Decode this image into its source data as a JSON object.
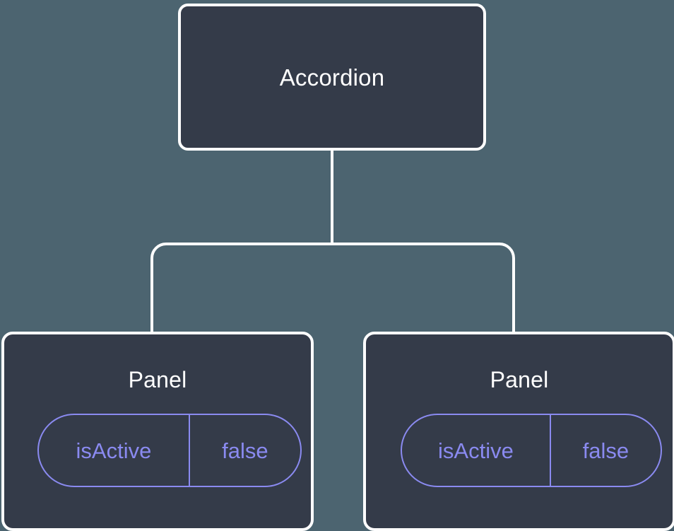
{
  "diagram": {
    "type": "component-tree",
    "background_color": "#4c6470",
    "node_fill_color": "#343b49",
    "node_border_color": "#ffffff",
    "edge_color": "#ffffff",
    "accent_color": "#8a8af0",
    "root": {
      "title": "Accordion"
    },
    "children": [
      {
        "title": "Panel",
        "state": {
          "key": "isActive",
          "value": "false"
        }
      },
      {
        "title": "Panel",
        "state": {
          "key": "isActive",
          "value": "false"
        }
      }
    ]
  }
}
